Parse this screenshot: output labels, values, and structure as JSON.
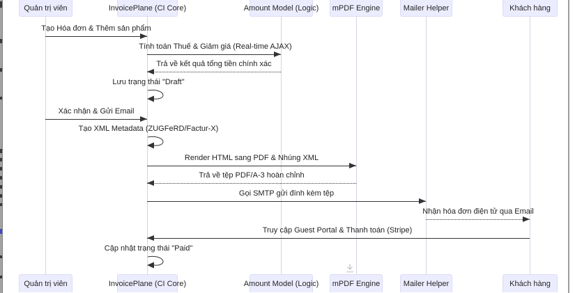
{
  "diagram": {
    "type": "sequence",
    "participants": [
      {
        "name": "Quản trị viên"
      },
      {
        "name": "InvoicePlane (CI Core)"
      },
      {
        "name": "Amount Model (Logic)"
      },
      {
        "name": "mPDF Engine"
      },
      {
        "name": "Mailer Helper"
      },
      {
        "name": "Khách hàng"
      }
    ],
    "messages": [
      {
        "from": "Quản trị viên",
        "to": "InvoicePlane (CI Core)",
        "label": "Tạo Hóa đơn & Thêm sản phẩm",
        "line": "solid"
      },
      {
        "from": "InvoicePlane (CI Core)",
        "to": "Amount Model (Logic)",
        "label": "Tính toán Thuế & Giảm giá (Real-time AJAX)",
        "line": "solid"
      },
      {
        "from": "Amount Model (Logic)",
        "to": "InvoicePlane (CI Core)",
        "label": "Trả về kết quả tổng tiền chính xác",
        "line": "dashed"
      },
      {
        "from": "InvoicePlane (CI Core)",
        "to": "InvoicePlane (CI Core)",
        "label": "Lưu trạng thái \"Draft\"",
        "line": "self"
      },
      {
        "from": "Quản trị viên",
        "to": "InvoicePlane (CI Core)",
        "label": "Xác nhận & Gửi Email",
        "line": "solid"
      },
      {
        "from": "InvoicePlane (CI Core)",
        "to": "InvoicePlane (CI Core)",
        "label": "Tạo XML Metadata (ZUGFeRD/Factur-X)",
        "line": "self"
      },
      {
        "from": "InvoicePlane (CI Core)",
        "to": "mPDF Engine",
        "label": "Render HTML sang PDF & Nhúng XML",
        "line": "solid"
      },
      {
        "from": "mPDF Engine",
        "to": "InvoicePlane (CI Core)",
        "label": "Trả về tệp PDF/A-3 hoàn chỉnh",
        "line": "dashed"
      },
      {
        "from": "InvoicePlane (CI Core)",
        "to": "Mailer Helper",
        "label": "Gọi SMTP gửi đính kèm tệp",
        "line": "solid"
      },
      {
        "from": "Mailer Helper",
        "to": "Khách hàng",
        "label": "Nhận hóa đơn điện tử qua Email",
        "line": "dashed"
      },
      {
        "from": "Khách hàng",
        "to": "InvoicePlane (CI Core)",
        "label": "Truy cập Guest Portal & Thanh toán (Stripe)",
        "line": "solid"
      },
      {
        "from": "InvoicePlane (CI Core)",
        "to": "InvoicePlane (CI Core)",
        "label": "Cập nhật trạng thái \"Paid\"",
        "line": "self"
      }
    ]
  },
  "colors": {
    "participant_fill": "#ECECFF",
    "participant_border": "#DCDCF4",
    "lifeline": "#D5D5E3",
    "message_line": "#333333",
    "text": "#262626"
  },
  "icons": {
    "download_hint": "download-arrow"
  }
}
